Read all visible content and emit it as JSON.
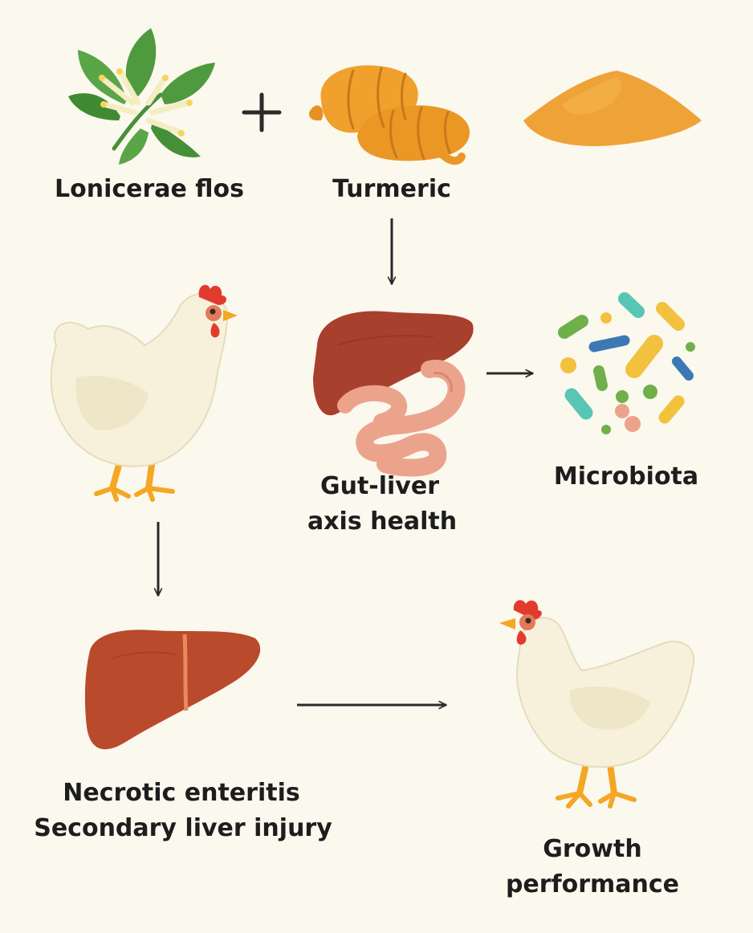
{
  "labels": {
    "lonicerae": "Lonicerae flos",
    "turmeric": "Turmeric",
    "gut_liver_line1": "Gut-liver",
    "gut_liver_line2": "axis health",
    "microbiota": "Microbiota",
    "necrotic_line1": "Necrotic enteritis",
    "necrotic_line2": "Secondary liver injury",
    "growth_line1": "Growth",
    "growth_line2": "performance"
  },
  "colors": {
    "background": "#fbf8ee",
    "text": "#1d1d1d",
    "arrow": "#2a2a2a",
    "leaf": "#4f9a3e",
    "turmeric": "#f0a02c",
    "liver": "#a8402e",
    "intestine": "#eca38c",
    "chicken": "#f7f1dc",
    "comb": "#e23b2e",
    "beak_feet": "#f5a623"
  },
  "icons": [
    "lonicerae-flower-icon",
    "turmeric-root-icon",
    "turmeric-powder-icon",
    "chicken-icon",
    "liver-intestine-icon",
    "microbiota-icon",
    "liver-icon",
    "chicken-right-icon"
  ]
}
